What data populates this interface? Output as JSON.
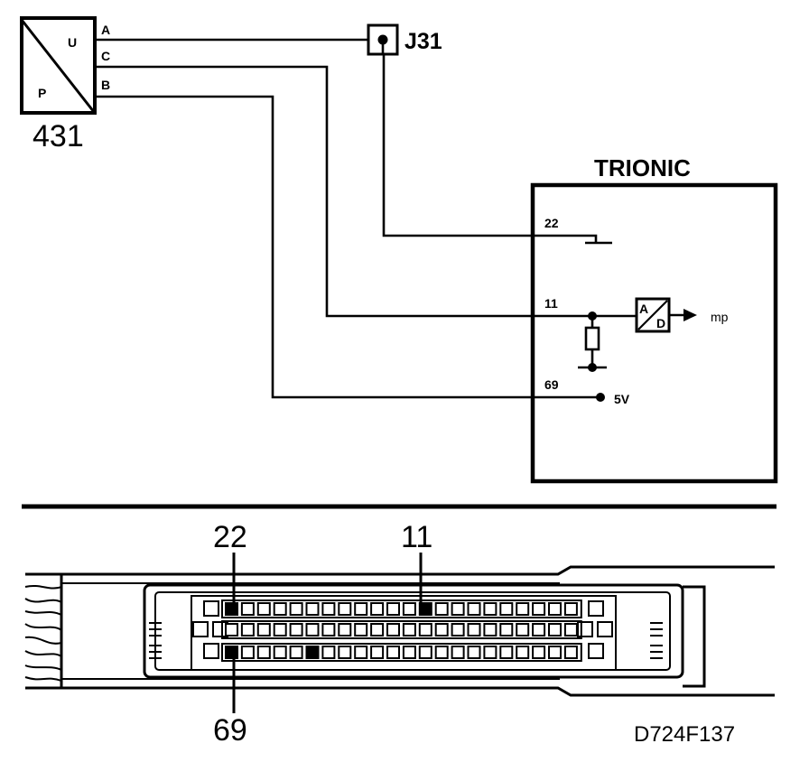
{
  "sensor": {
    "id": "431",
    "letter_u": "U",
    "letter_p": "P",
    "pins": [
      "A",
      "C",
      "B"
    ]
  },
  "connector": {
    "id": "J31"
  },
  "ecu": {
    "title": "TRIONIC",
    "pin_22": "22",
    "pin_11": "11",
    "pin_69": "69",
    "supply": "5V",
    "adc_a": "A",
    "adc_d": "D",
    "output": "mp"
  },
  "plug": {
    "callout_22": "22",
    "callout_11": "11",
    "callout_69": "69"
  },
  "figure_code": "D724F137"
}
